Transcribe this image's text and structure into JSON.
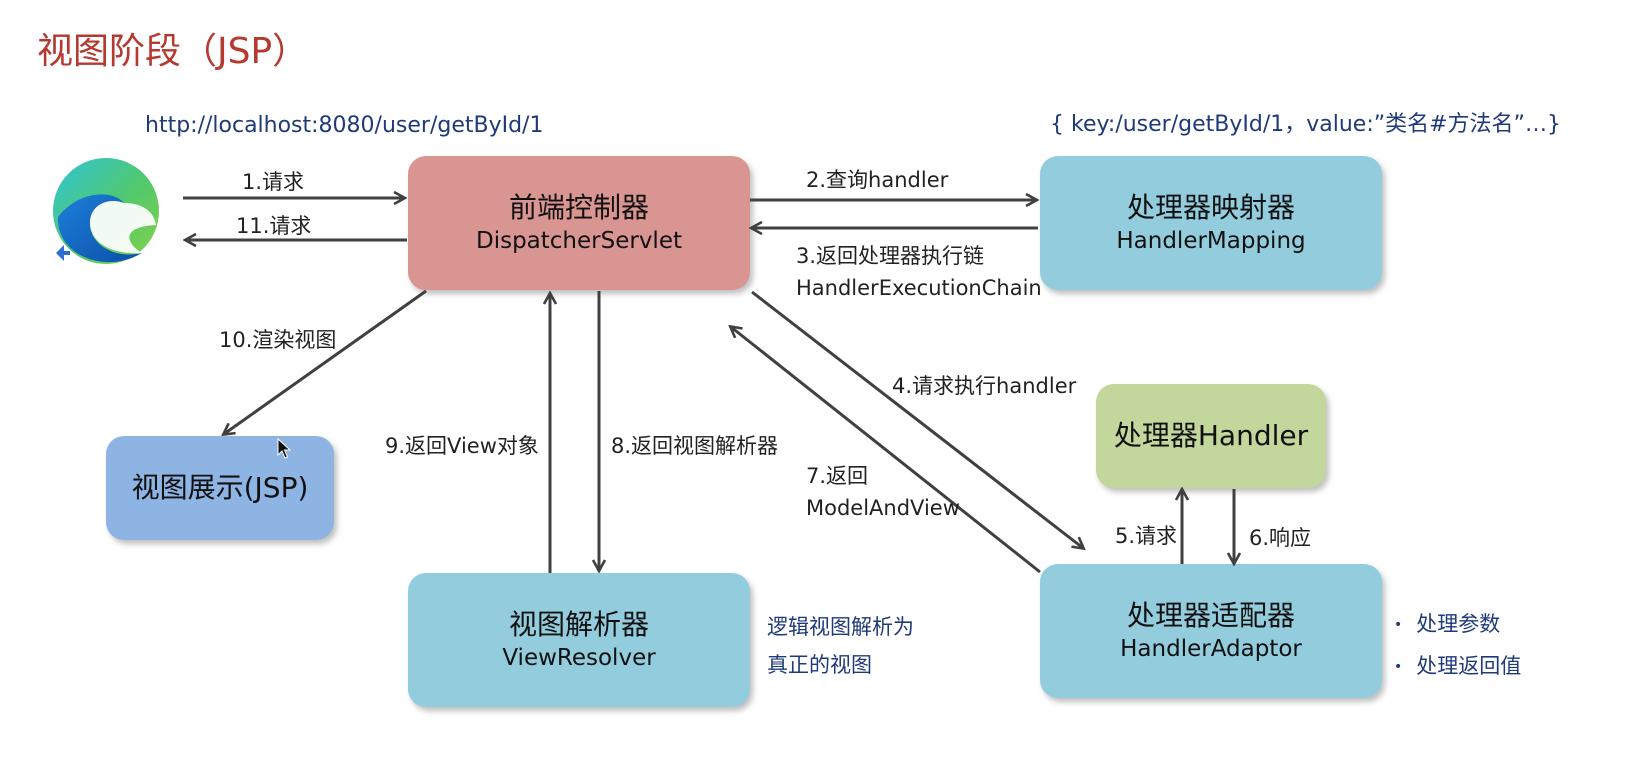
{
  "title": "视图阶段（JSP）",
  "url": "http://localhost:8080/user/getById/1",
  "mapping_note": "{ key:/user/getById/1，value:”类名#方法名”…}",
  "colors": {
    "dispatcher": "#d99592",
    "mapping": "#93cddd",
    "handler": "#c3d69b",
    "adaptor": "#93cddd",
    "resolver": "#93cddd",
    "view": "#8eb4e3",
    "title": "#b5392f",
    "note": "#1f3a7a"
  },
  "browser_icon": "edge-browser-icon",
  "boxes": {
    "dispatcher": {
      "line1": "前端控制器",
      "line2": "DispatcherServlet"
    },
    "mapping": {
      "line1": "处理器映射器",
      "line2": "HandlerMapping"
    },
    "handler": {
      "line1": "处理器Handler"
    },
    "adaptor": {
      "line1": "处理器适配器",
      "line2": "HandlerAdaptor"
    },
    "resolver": {
      "line1": "视图解析器",
      "line2": "ViewResolver"
    },
    "view": {
      "line1": "视图展示(JSP)"
    }
  },
  "edges": {
    "e1": "1.请求",
    "e11": "11.请求",
    "e2": "2.查询handler",
    "e3a": "3.返回处理器执行链",
    "e3b": "HandlerExecutionChain",
    "e4": "4.请求执行handler",
    "e5": "5.请求",
    "e6": "6.响应",
    "e7a": "7.返回",
    "e7b": "ModelAndView",
    "e8": "8.返回视图解析器",
    "e9": "9.返回View对象",
    "e10": "10.渲染视图"
  },
  "resolver_note": [
    "逻辑视图解析为",
    "真正的视图"
  ],
  "adaptor_bullets": [
    "处理参数",
    "处理返回值"
  ]
}
